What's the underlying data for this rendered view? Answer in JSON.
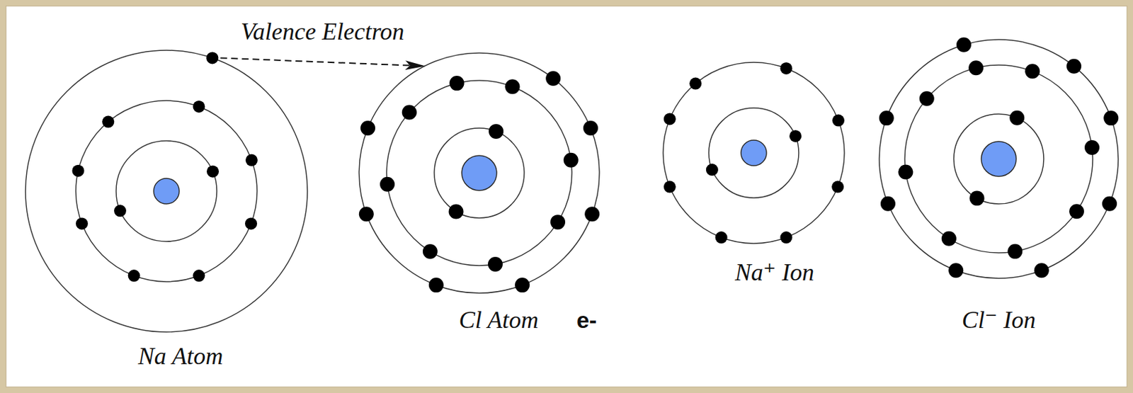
{
  "diagram": {
    "nodes": [
      {
        "text": [
          "Na Atom"
        ]
      },
      {
        "text": [
          "Cl Atom"
        ]
      },
      {
        "text": [
          "Na⁺ Ion"
        ]
      },
      {
        "text": [
          "Cl⁻ Ion"
        ]
      }
    ],
    "edges": [
      {
        "from": 0,
        "to": 1,
        "arrow": "to",
        "label": "Valence Electron"
      }
    ],
    "labels": [
      "e-"
    ]
  }
}
